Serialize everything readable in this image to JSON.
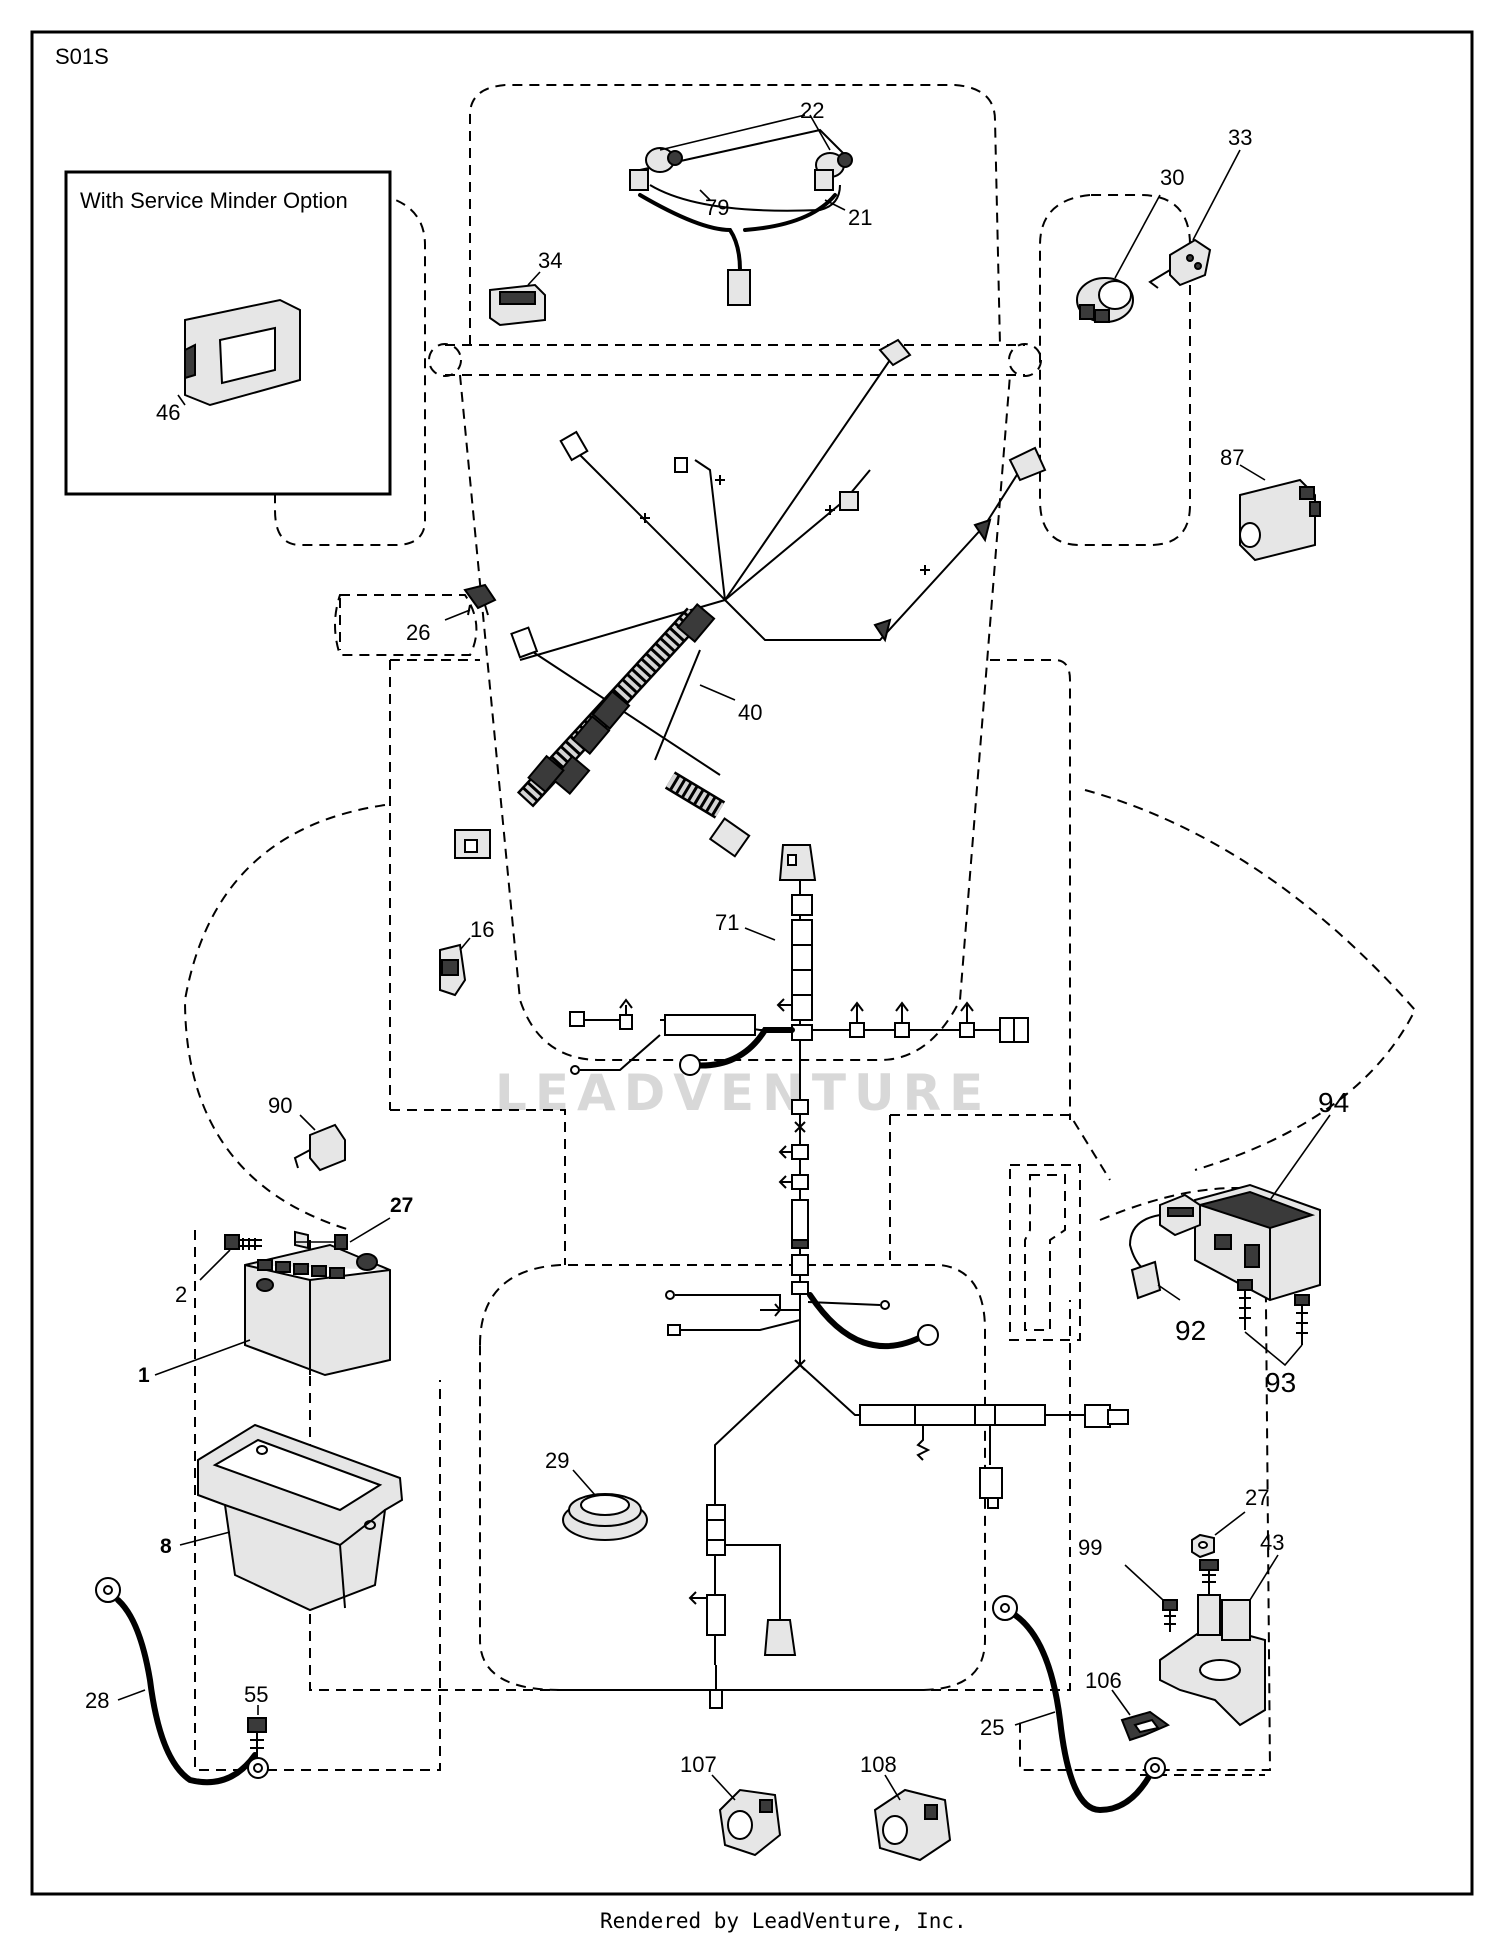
{
  "diagram_code": "S01S",
  "inset_title": "With Service Minder Option",
  "watermark": "LEADVENTURE",
  "footer": "Rendered by LeadVenture, Inc.",
  "callouts": {
    "c1": "1",
    "c2": "2",
    "c8": "8",
    "c16": "16",
    "c21": "21",
    "c22": "22",
    "c25": "25",
    "c26": "26",
    "c27a": "27",
    "c27b": "27",
    "c28": "28",
    "c29": "29",
    "c30": "30",
    "c33": "33",
    "c34": "34",
    "c40": "40",
    "c43": "43",
    "c46": "46",
    "c55": "55",
    "c71": "71",
    "c79": "79",
    "c87": "87",
    "c90": "90",
    "c92": "92",
    "c93": "93",
    "c94": "94",
    "c99": "99",
    "c106": "106",
    "c107": "107",
    "c108": "108"
  },
  "icons": [
    "battery-icon",
    "battery-tray-icon",
    "cable-icon",
    "headlight-icon",
    "ignition-switch-icon",
    "key-icon",
    "relay-icon",
    "solenoid-icon",
    "wire-harness-icon",
    "switch-icon"
  ]
}
